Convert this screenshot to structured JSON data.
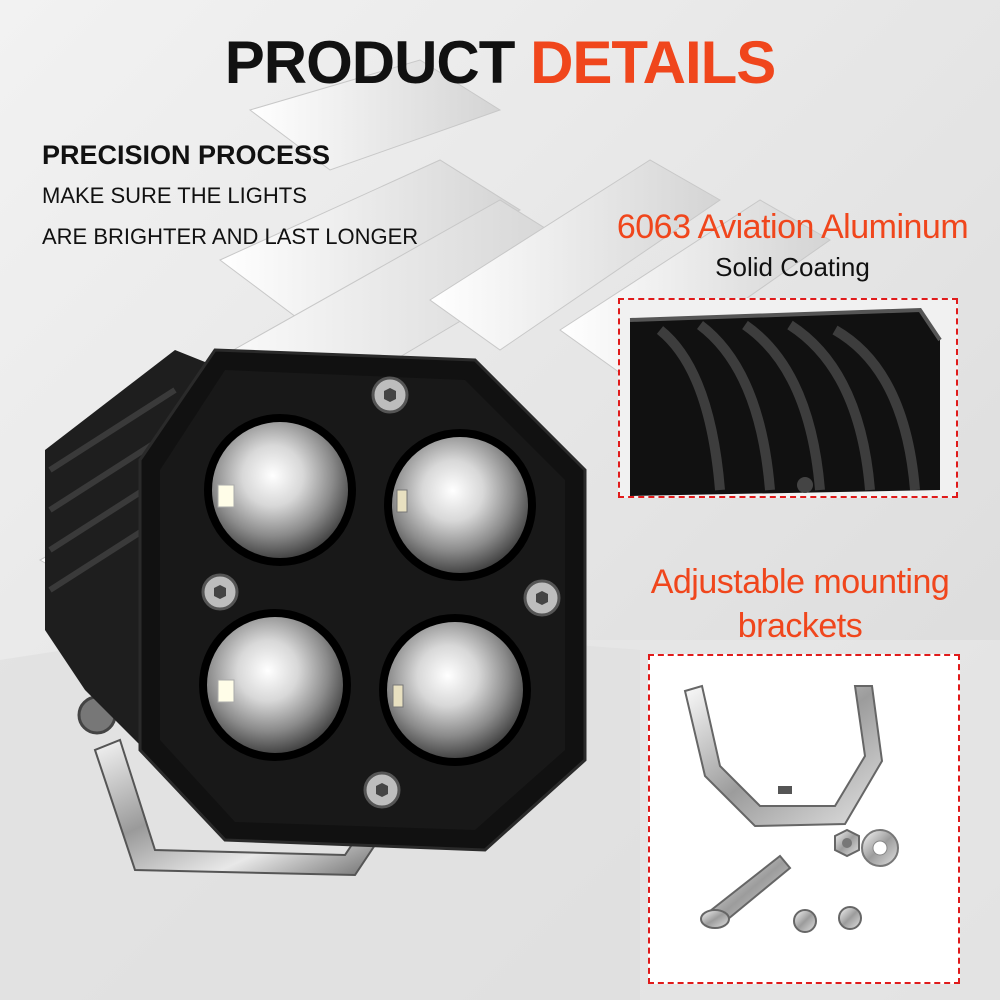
{
  "header": {
    "title_part1": "PRODUCT",
    "title_part2": "DETAILS"
  },
  "left_text": {
    "heading": "PRECISION PROCESS",
    "line1": "MAKE SURE THE LIGHTS",
    "line2": "ARE BRIGHTER AND LAST LONGER"
  },
  "feature_material": {
    "title": "6063 Aviation Aluminum",
    "subtitle": "Solid Coating"
  },
  "feature_bracket": {
    "title_line1": "Adjustable mounting",
    "title_line2": "brackets"
  },
  "colors": {
    "accent": "#f0461c",
    "text": "#111111",
    "dashed_border": "#e01b1b",
    "background": "#e6e6e6"
  }
}
